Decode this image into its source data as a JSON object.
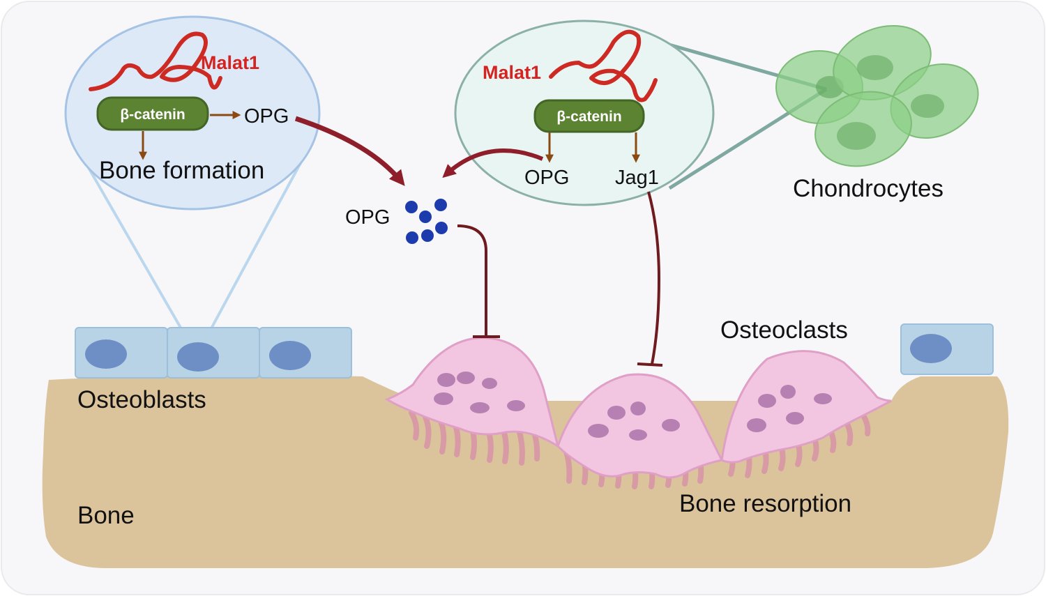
{
  "diagram": {
    "left_inset": {
      "gene": "Malat1",
      "protein": "β-catenin",
      "product": "OPG",
      "outcome": "Bone formation"
    },
    "right_inset": {
      "gene": "Malat1",
      "protein": "β-catenin",
      "product_1": "OPG",
      "product_2": "Jag1"
    },
    "secreted_label": "OPG",
    "cell_labels": {
      "chondrocytes": "Chondrocytes",
      "osteoblasts": "Osteoblasts",
      "osteoclasts": "Osteoclasts",
      "bone": "Bone",
      "bone_resorption": "Bone resorption"
    },
    "colors": {
      "background": "#f7f7f9",
      "bone": "#dbc49c",
      "left_inset": "#dde9f7",
      "right_inset": "#e9f5f3",
      "catenin": "#5b8331",
      "malat_rna": "#cc2a22",
      "arrow_brown": "#8a4a12",
      "inhibit": "#6e1a1f",
      "opg_dots": "#1c3cae",
      "osteoblast_cell": "#b8d2e6",
      "osteoblast_nucleus": "#6d8fc6",
      "osteoclast_body": "#f2c6e0",
      "osteoclast_nucleus": "#b780b3",
      "chondrocyte": "#8ccf86"
    }
  }
}
